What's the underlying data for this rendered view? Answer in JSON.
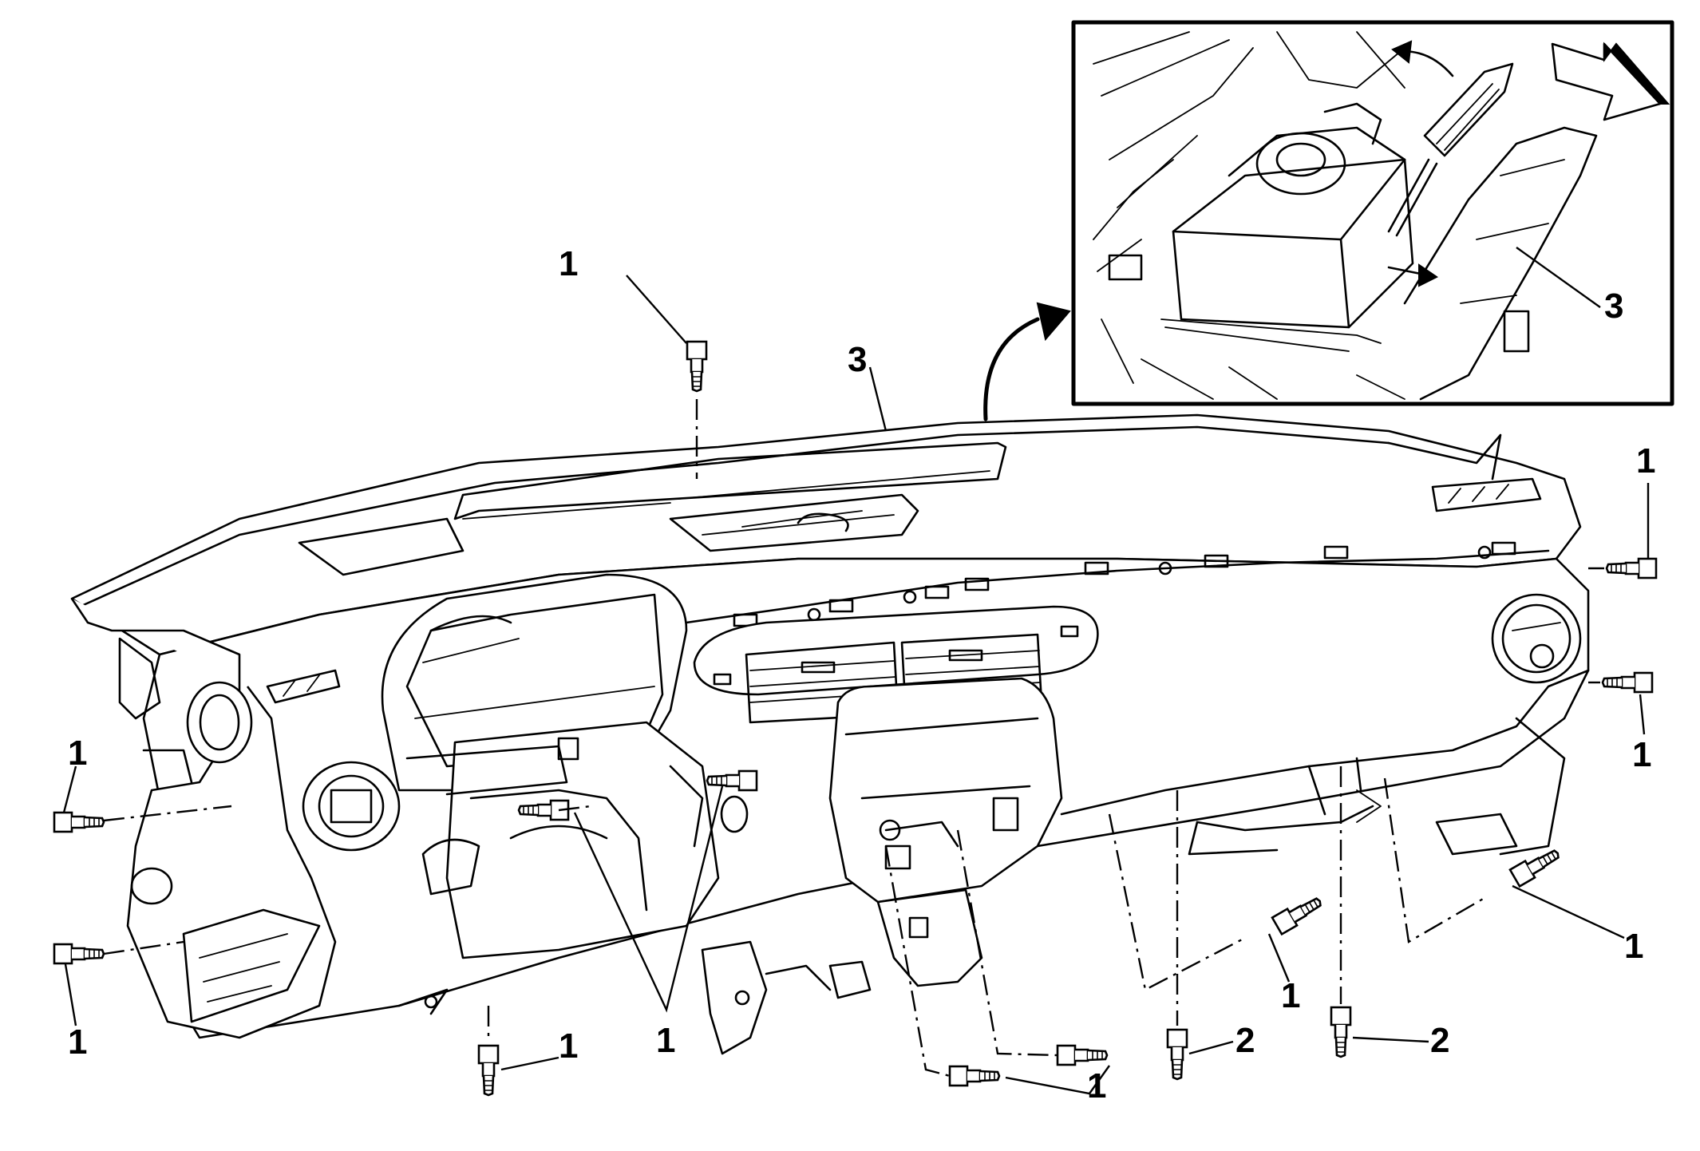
{
  "callouts": [
    {
      "id": "c1-top",
      "text": "1"
    },
    {
      "id": "c3-main",
      "text": "3"
    },
    {
      "id": "c3-inset",
      "text": "3"
    },
    {
      "id": "c1-right-upper",
      "text": "1"
    },
    {
      "id": "c1-right-lower",
      "text": "1"
    },
    {
      "id": "c1-left-upper",
      "text": "1"
    },
    {
      "id": "c1-left-lower",
      "text": "1"
    },
    {
      "id": "c1-bottom-left",
      "text": "1"
    },
    {
      "id": "c1-column-pair",
      "text": "1"
    },
    {
      "id": "c1-center-pair",
      "text": "1"
    },
    {
      "id": "c1-lower-mid",
      "text": "1"
    },
    {
      "id": "c1-right-mid",
      "text": "1"
    },
    {
      "id": "c2-left",
      "text": "2"
    },
    {
      "id": "c2-right",
      "text": "2"
    }
  ],
  "parts": {
    "fastener": "1",
    "bottom_bolt": "2",
    "instrument_panel": "3"
  },
  "icons": [
    "bolt-icon",
    "direction-arrow-icon",
    "screwdriver-icon"
  ]
}
